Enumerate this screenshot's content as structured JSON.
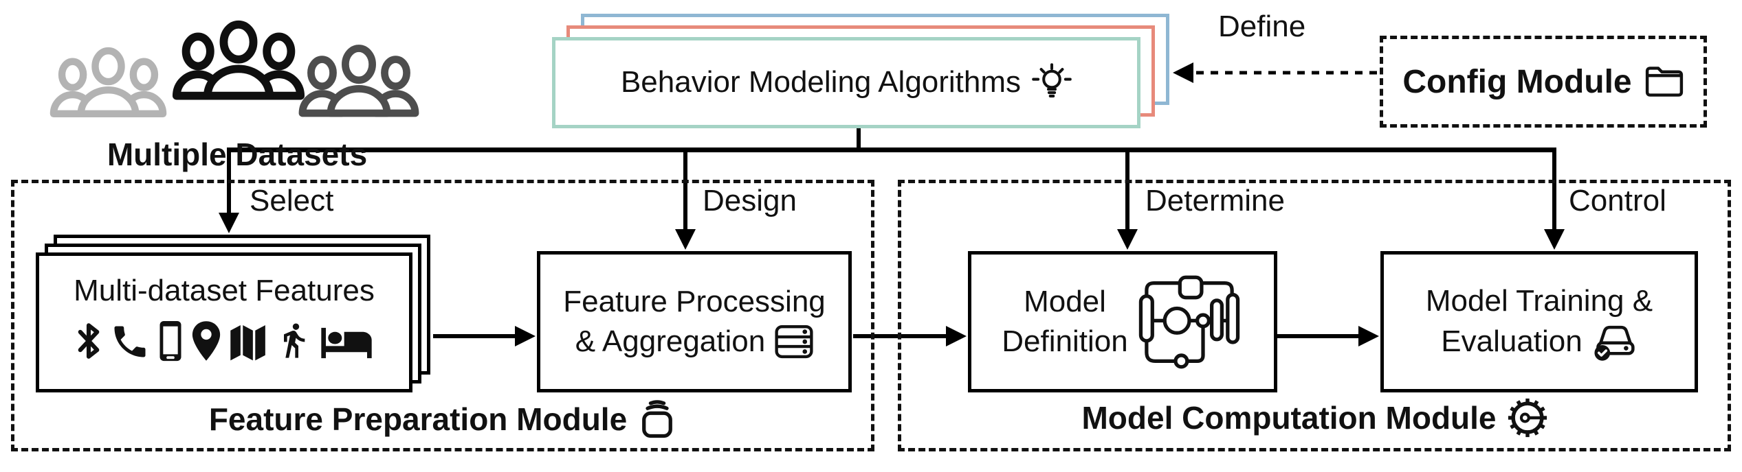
{
  "header": {
    "datasets_label": "Multiple Datasets",
    "behavior_stack": {
      "label": "Behavior Modeling Algorithms",
      "icon": "lightbulb-icon"
    },
    "define_label": "Define",
    "config_module": {
      "label": "Config Module",
      "icon": "folder-icon"
    }
  },
  "arrow_labels": {
    "select": "Select",
    "design": "Design",
    "determine": "Determine",
    "control": "Control"
  },
  "feature_preparation_module": {
    "title": "Feature Preparation Module",
    "title_icon": "card-stack-icon",
    "multi_dataset_features": {
      "label": "Multi-dataset Features",
      "icons": [
        "bluetooth-icon",
        "phone-icon",
        "smartphone-icon",
        "location-pin-icon",
        "map-icon",
        "walking-person-icon",
        "bed-icon"
      ]
    },
    "feature_processing": {
      "line1": "Feature Processing",
      "line2": "& Aggregation",
      "icon": "server-icon"
    }
  },
  "model_computation_module": {
    "title": "Model Computation Module",
    "title_icon": "gear-icon",
    "model_definition": {
      "line1": "Model",
      "line2": "Definition",
      "icon": "model-graph-icon"
    },
    "model_training": {
      "line1": "Model Training &",
      "line2": "Evaluation",
      "icon": "drive-check-icon"
    }
  },
  "colors": {
    "stack_card_teal": "#a5d3c5",
    "stack_card_salmon": "#e78a7b",
    "stack_card_blue": "#8fb7d3",
    "people_light_gray": "#b3b3b3",
    "people_black": "#0f0f0f",
    "people_dark_gray": "#4d4d4d",
    "ink": "#111111"
  }
}
